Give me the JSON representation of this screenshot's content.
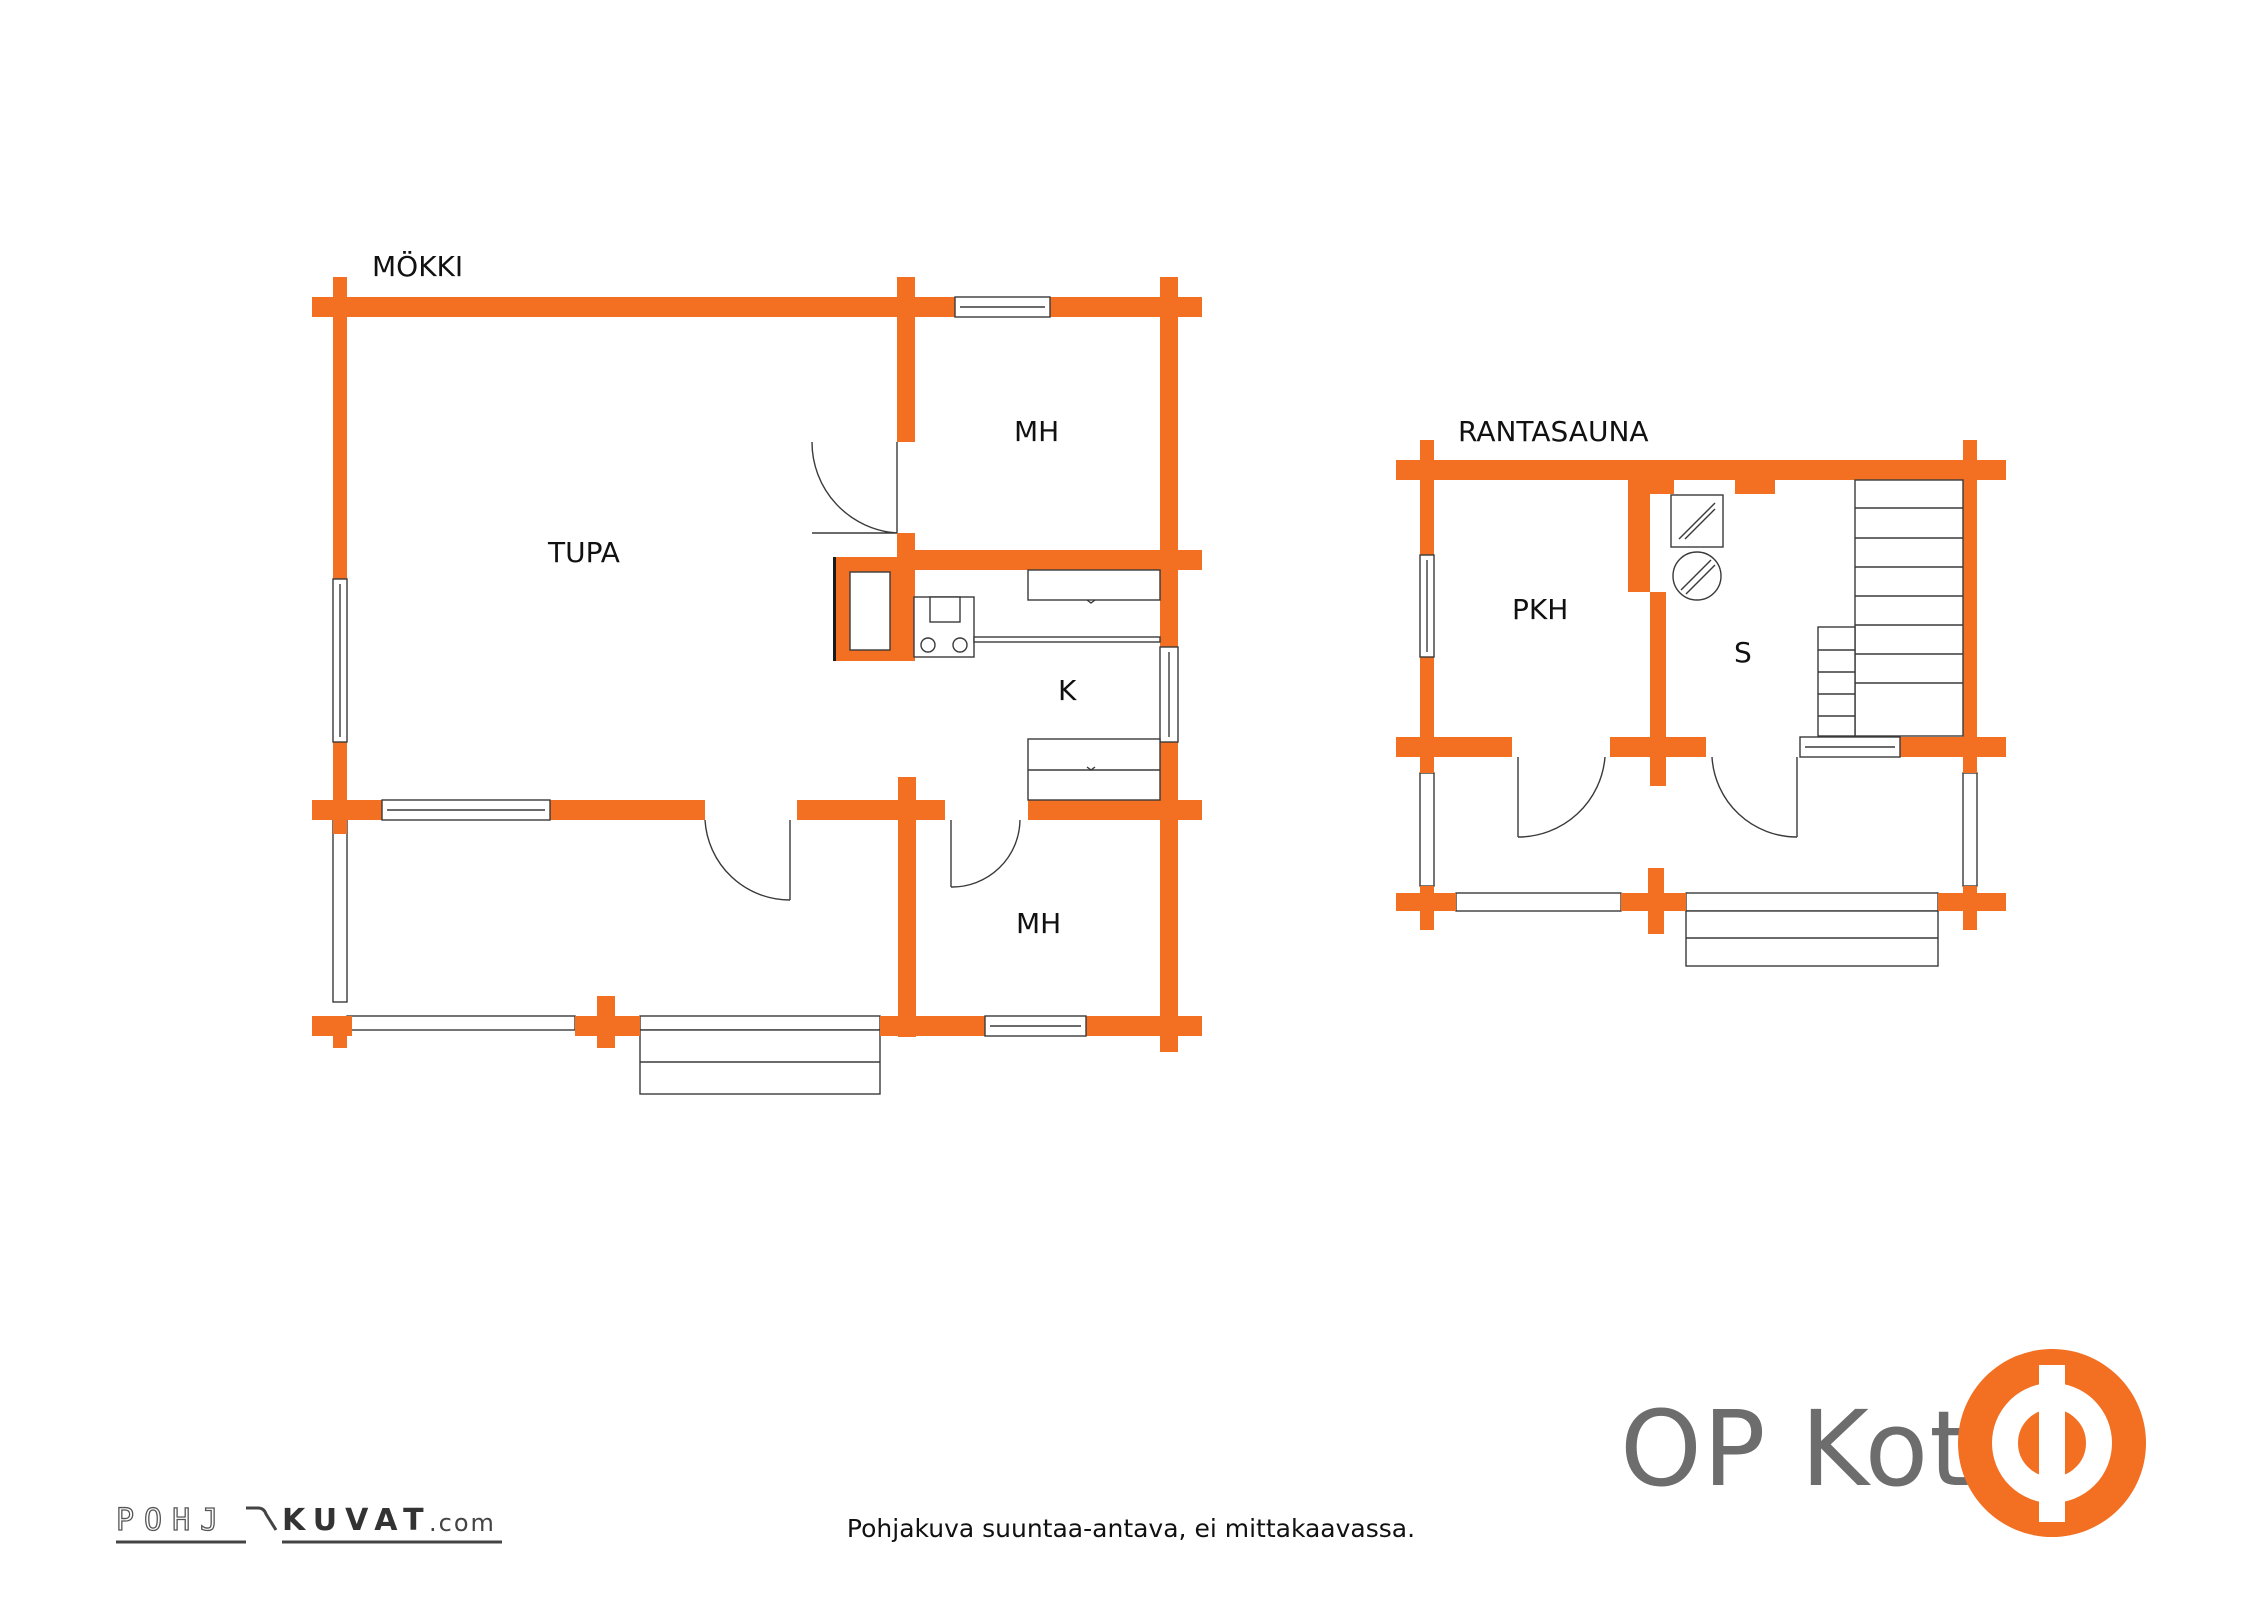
{
  "buildings": [
    {
      "key": "mokki",
      "label": "MÖKKI"
    },
    {
      "key": "rantasauna",
      "label": "RANTASAUNA"
    }
  ],
  "rooms": {
    "tupa": "TUPA",
    "mh_top": "MH",
    "k": "K",
    "mh_bottom": "MH",
    "pkh": "PKH",
    "s": "S"
  },
  "caption": "Pohjakuva suuntaa-antava, ei mittakaavassa.",
  "brand": {
    "name": "OP Koti",
    "logo_color": "#f36f21",
    "text_color": "#6d6d6d"
  },
  "watermark": {
    "part1": "POHJ",
    "part2": "KUVAT",
    "domain": ".com"
  },
  "colors": {
    "wall": "#f36f21",
    "line": "#3a3a3a",
    "background": "#ffffff"
  }
}
